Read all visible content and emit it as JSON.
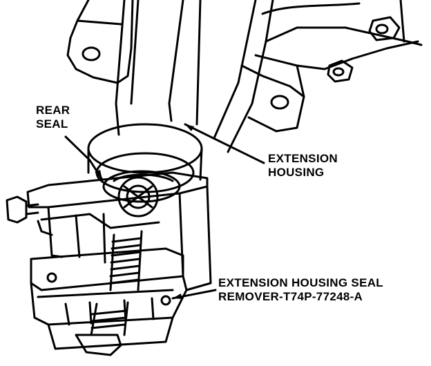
{
  "labels": {
    "rear_seal": [
      "REAR",
      "SEAL"
    ],
    "extension_housing": [
      "EXTENSION",
      "HOUSING"
    ],
    "seal_remover": [
      "EXTENSION HOUSING SEAL",
      "REMOVER-T74P-77248-A"
    ]
  }
}
